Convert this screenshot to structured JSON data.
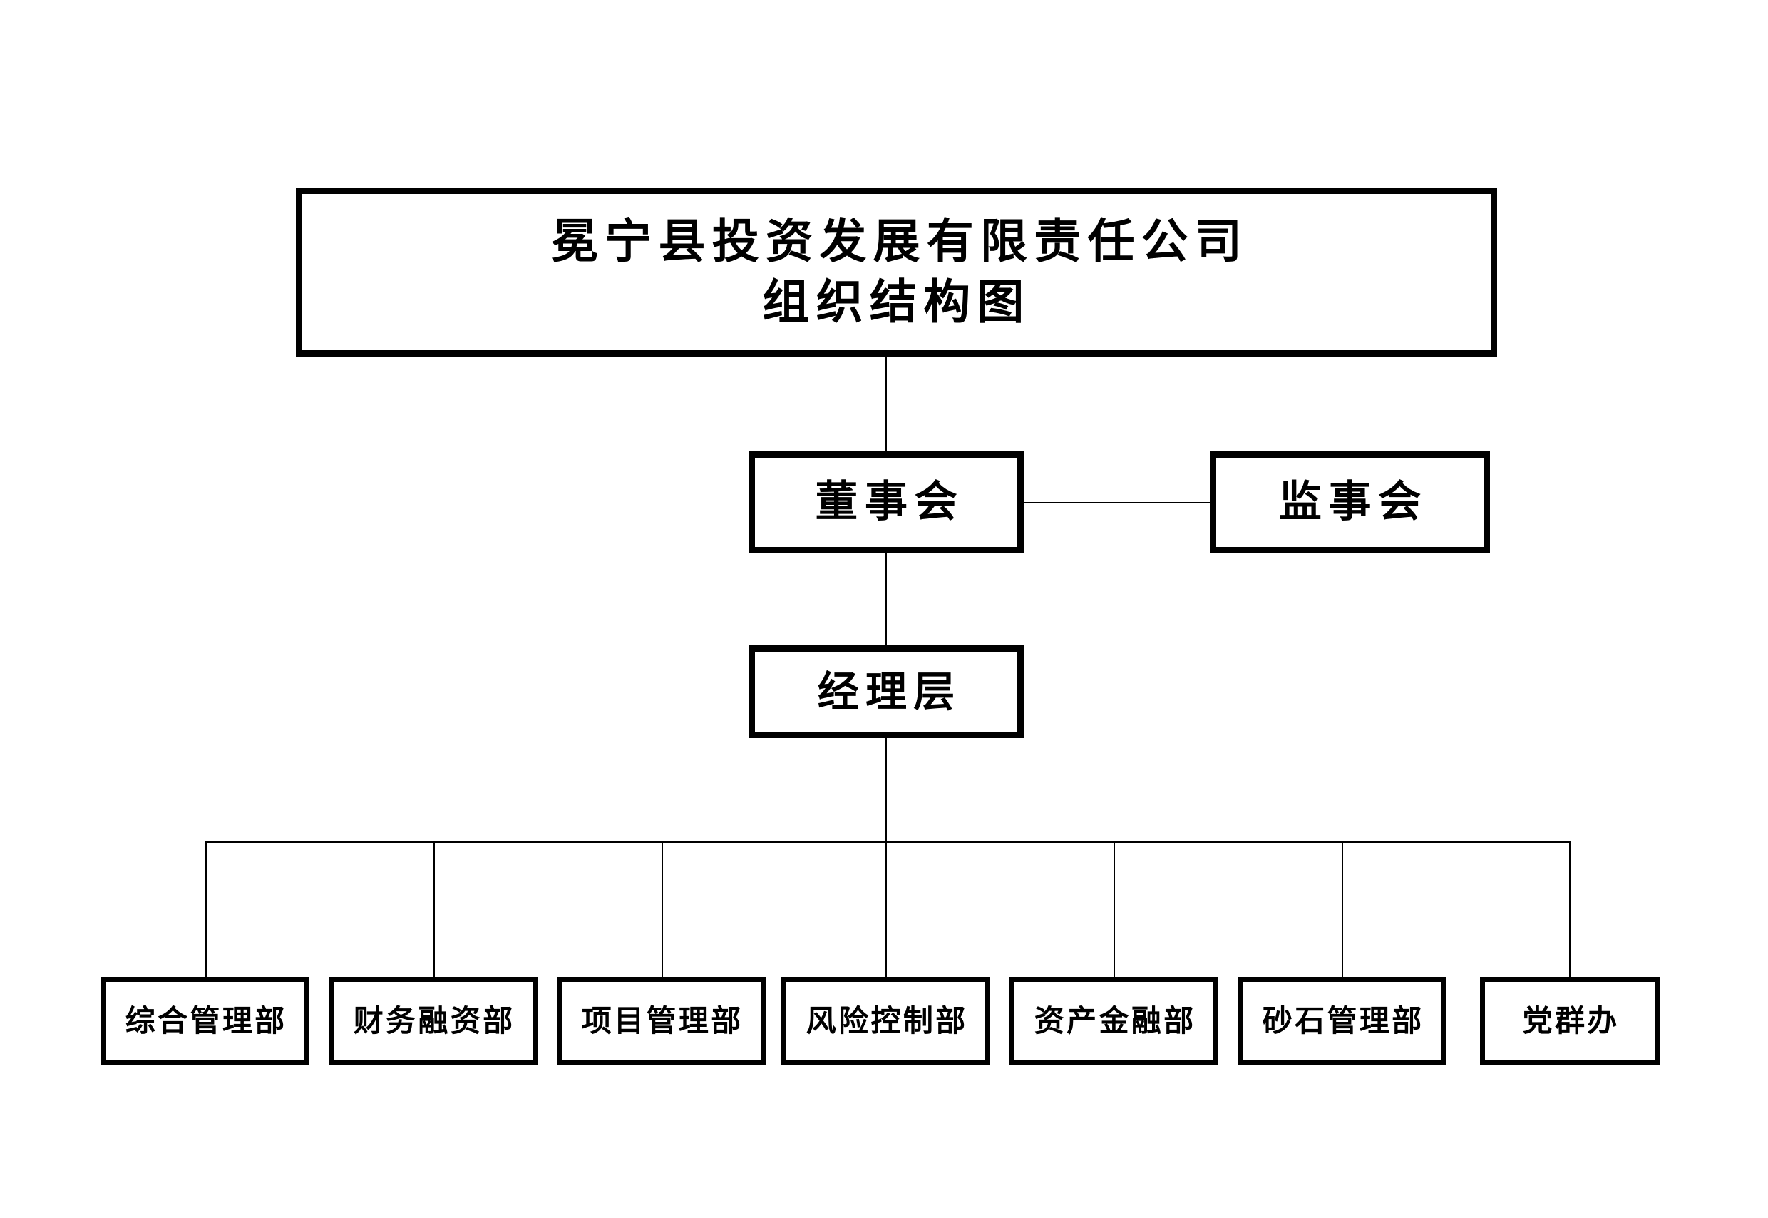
{
  "chart": {
    "type": "org-chart",
    "title_line1": "冕宁县投资发展有限责任公司",
    "title_line2": "组织结构图",
    "title_full": "冕宁县投资发展有限责任公司\n组织结构图",
    "background_color": "#ffffff",
    "line_color": "#000000",
    "text_color": "#000000"
  },
  "nodes": {
    "root": {
      "label": "冕宁县投资发展有限责任公司\n组织结构图"
    },
    "board": {
      "label": "董事会"
    },
    "supervisors": {
      "label": "监事会"
    },
    "management": {
      "label": "经理层"
    }
  },
  "departments": [
    {
      "label": "综合管理部"
    },
    {
      "label": "财务融资部"
    },
    {
      "label": "项目管理部"
    },
    {
      "label": "风险控制部"
    },
    {
      "label": "资产金融部"
    },
    {
      "label": "砂石管理部"
    },
    {
      "label": "党群办"
    }
  ]
}
